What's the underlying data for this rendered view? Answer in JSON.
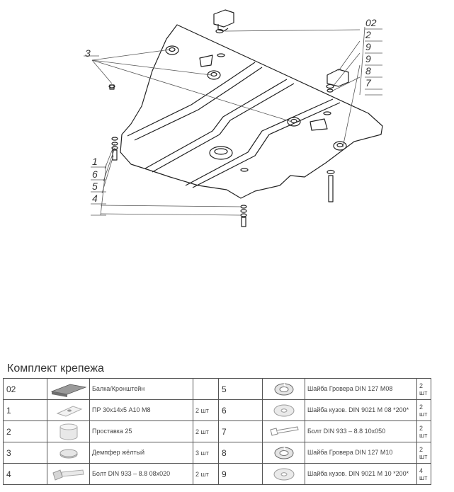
{
  "drawing": {
    "callouts_right": [
      "02",
      "2",
      "9",
      "9",
      "8",
      "7"
    ],
    "callouts_left_top": [
      "3"
    ],
    "callouts_left_bottom": [
      "1",
      "6",
      "5",
      "4"
    ]
  },
  "kit": {
    "title": "Комплект крепежа",
    "rows": [
      {
        "left": {
          "num": "02",
          "icon": "bracket-beam-icon",
          "name": "Балка/Кронштейн",
          "qty": ""
        },
        "right": {
          "num": "5",
          "icon": "spring-washer-icon",
          "name": "Шайба Гровера DIN 127 M08",
          "qty": "2 шт"
        }
      },
      {
        "left": {
          "num": "1",
          "icon": "plate-icon",
          "name": "ПР 30х14х5 А10 М8",
          "qty": "2 шт"
        },
        "right": {
          "num": "6",
          "icon": "body-washer-icon",
          "name": "Шайба кузов. DIN 9021 M 08 *200*",
          "qty": "2 шт"
        }
      },
      {
        "left": {
          "num": "2",
          "icon": "spacer-icon",
          "name": "Проставка 25",
          "qty": "2 шт"
        },
        "right": {
          "num": "7",
          "icon": "bolt-outline-icon",
          "name": "Болт DIN 933 – 8.8 10х050",
          "qty": "2 шт"
        }
      },
      {
        "left": {
          "num": "3",
          "icon": "damper-icon",
          "name": "Демпфер жёлтый",
          "qty": "3 шт"
        },
        "right": {
          "num": "8",
          "icon": "spring-washer-icon",
          "name": "Шайба Гровера DIN 127 M10",
          "qty": "2 шт"
        }
      },
      {
        "left": {
          "num": "4",
          "icon": "bolt-icon",
          "name": "Болт DIN 933 – 8.8 08х020",
          "qty": "2 шт"
        },
        "right": {
          "num": "9",
          "icon": "body-washer-icon",
          "name": "Шайба кузов. DIN 9021 M 10 *200*",
          "qty": "4 шт"
        }
      }
    ]
  }
}
